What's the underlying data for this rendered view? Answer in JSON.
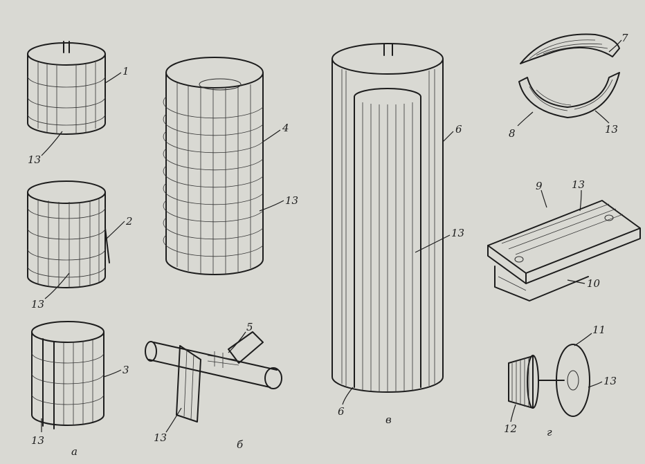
{
  "panels": {
    "a": "а",
    "b": "б",
    "v": "в",
    "g": "г"
  },
  "callouts": {
    "n1": "1",
    "n2": "2",
    "n3": "3",
    "n4": "4",
    "n5": "5",
    "n6_top": "6",
    "n6_bottom": "6",
    "n7": "7",
    "n8": "8",
    "n9": "9",
    "n10": "10",
    "n11": "11",
    "n12": "12",
    "n13_a1": "13",
    "n13_a2": "13",
    "n13_a3": "13",
    "n13_b1": "13",
    "n13_b2": "13",
    "n13_v": "13",
    "n13_g1": "13",
    "n13_g2": "13",
    "n13_g3": "13"
  },
  "colors": {
    "paper": "#d9d9d3",
    "ink": "#1c1c1c"
  }
}
